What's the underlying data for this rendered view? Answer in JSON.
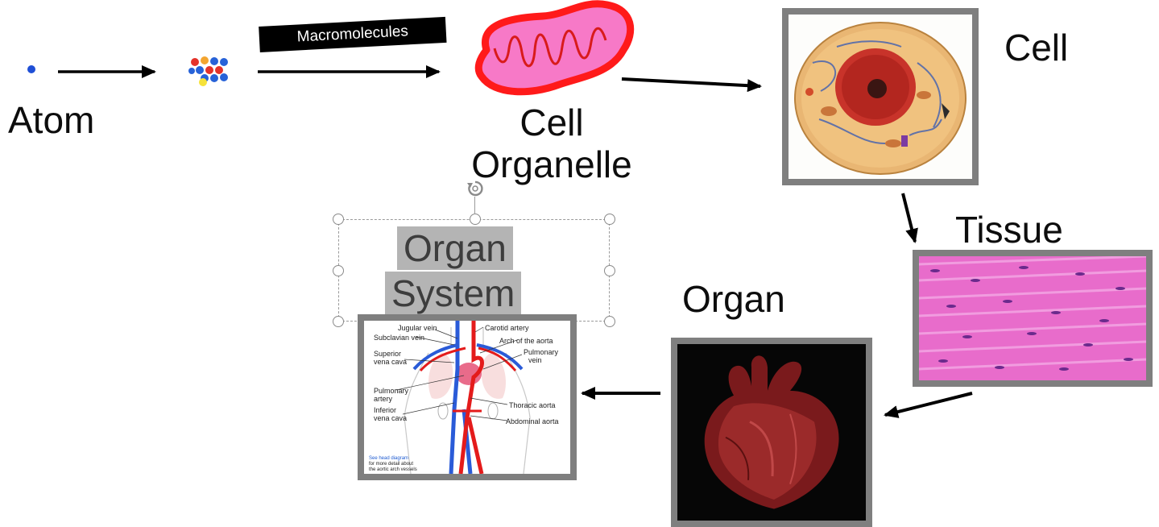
{
  "labels": {
    "atom": "Atom",
    "macromolecules": "Macromolecules",
    "cell_organelle_line1": "Cell",
    "cell_organelle_line2": "Organelle",
    "cell": "Cell",
    "tissue": "Tissue",
    "organ": "Organ",
    "organ_system_line1": "Organ",
    "organ_system_line2": "System"
  },
  "organ_system_annotations": [
    "Jugular vein",
    "Carotid artery",
    "Subclavian vein",
    "Arch of the aorta",
    "Superior",
    "vena cava",
    "Pulmonary",
    "vein",
    "Pulmonary",
    "artery",
    "Thoracic aorta",
    "Inferior",
    "vena cava",
    "Abdominal aorta",
    "See head diagram",
    "for more detail about",
    "the aortic arch vessels"
  ],
  "icons": {
    "atom": "atom-dot-icon",
    "molecule": "molecule-cluster-icon",
    "organelle": "mitochondrion-icon",
    "rotate": "rotate-handle-icon"
  },
  "colors": {
    "frame": "#7f7f7f",
    "arrow": "#000000",
    "mitochondrion_fill": "#f779c7",
    "mitochondrion_outline": "#ff1a1a",
    "selection_highlight": "#b4b4b4",
    "atom": "#1f4fd6"
  }
}
